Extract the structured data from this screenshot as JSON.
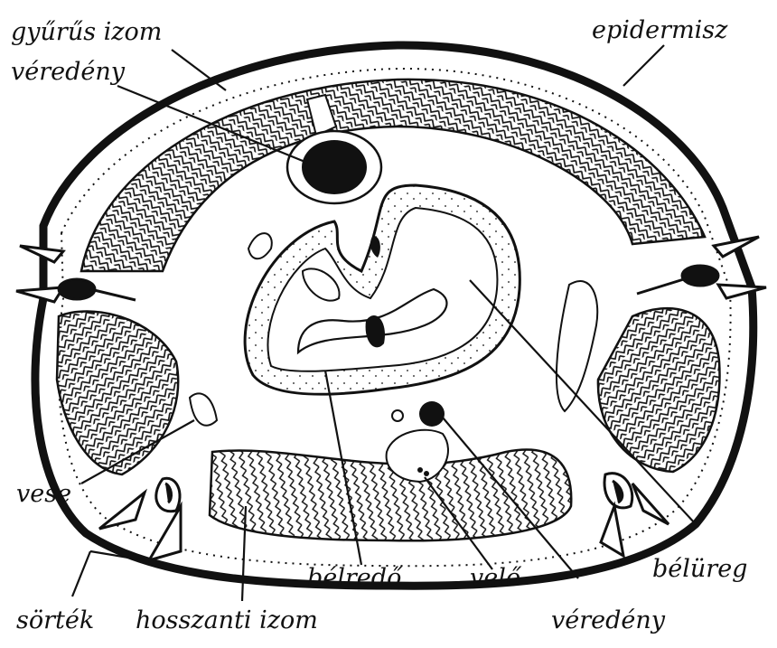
{
  "diagram": {
    "labels": {
      "gyurus_izom": "gyűrűs izom",
      "veredeny_top": "véredény",
      "epidermisz": "epidermisz",
      "vese": "vese",
      "sortek": "sörték",
      "hosszanti_izom": "hosszanti izom",
      "belredo": "bélredő",
      "velo": "velő",
      "veredeny_bottom": "véredény",
      "belureg": "bélüreg"
    },
    "colors": {
      "ink": "#111111",
      "paper": "#ffffff"
    }
  }
}
